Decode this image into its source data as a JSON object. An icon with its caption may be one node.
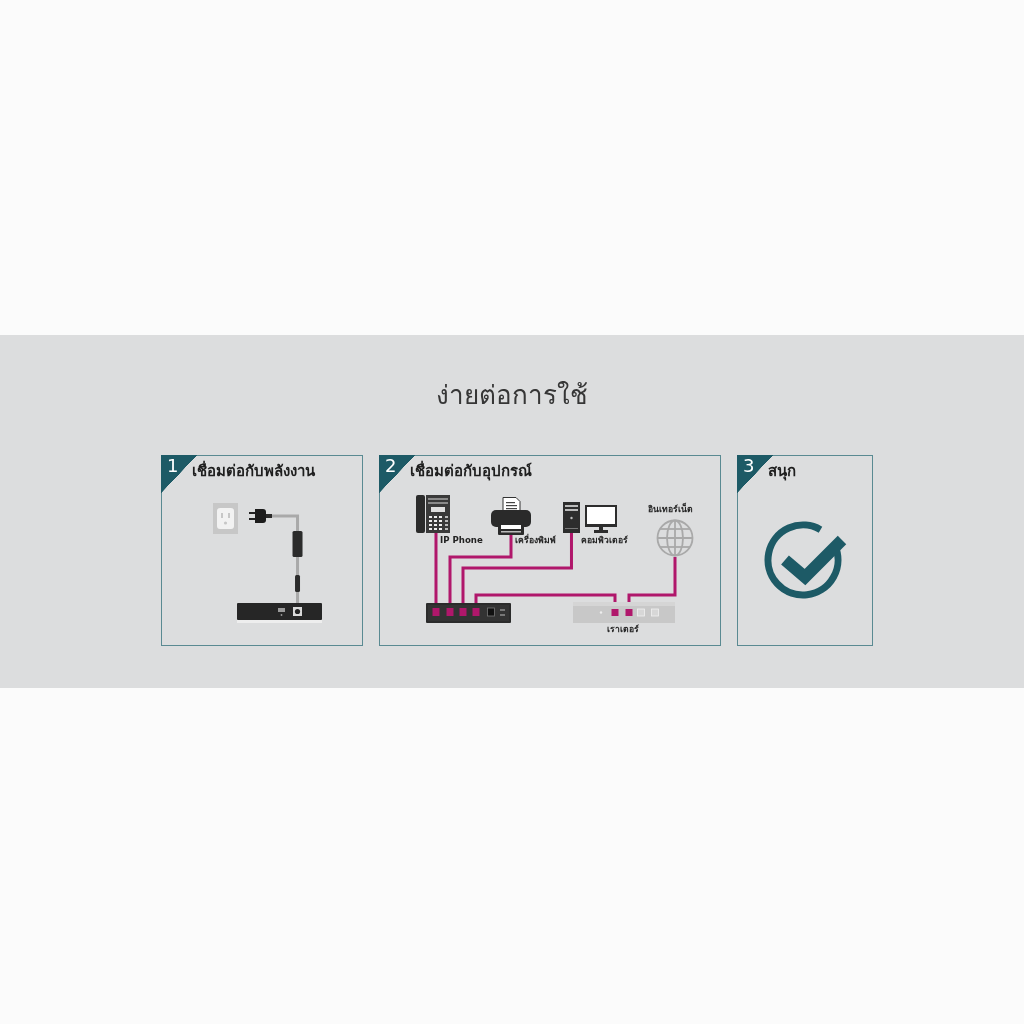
{
  "diagram": {
    "title": "ง่ายต่อการใช้",
    "nodes": [
      {
        "text": [
          "1",
          "เชื่อมต่อกับพลังงาน"
        ]
      },
      {
        "text": [],
        "shape": "picture",
        "in": 0
      },
      {
        "text": [],
        "shape": "picture",
        "in": 0
      },
      {
        "text": [
          "2",
          "เชื่อมต่อกับอุปกรณ์"
        ]
      },
      {
        "text": [],
        "shape": "picture",
        "in": 3,
        "beside": [
          "IP Phone"
        ]
      },
      {
        "text": [],
        "shape": "picture",
        "in": 3,
        "beside": [
          "เครื่องพิมพ์"
        ]
      },
      {
        "text": [],
        "shape": "picture",
        "in": 3,
        "beside": [
          "คอมพิวเตอร์"
        ]
      },
      {
        "text": [],
        "shape": "picture",
        "in": 3,
        "beside": [
          "อินเทอร์เน็ต"
        ]
      },
      {
        "text": [],
        "shape": "picture",
        "in": 3
      },
      {
        "text": [],
        "shape": "picture",
        "in": 3,
        "beside": [
          "เราเตอร์"
        ]
      },
      {
        "text": [
          "3",
          "สนุก"
        ]
      }
    ],
    "edges": [
      {
        "from": 1,
        "to": 2,
        "arrow": "none",
        "color": "#a9a9a9"
      },
      {
        "from": 4,
        "to": 8,
        "arrow": "none"
      },
      {
        "from": 5,
        "to": 8,
        "arrow": "none"
      },
      {
        "from": 6,
        "to": 8,
        "arrow": "none"
      },
      {
        "from": 8,
        "to": 9,
        "arrow": "none"
      },
      {
        "from": 7,
        "to": 9,
        "arrow": "none"
      }
    ]
  }
}
